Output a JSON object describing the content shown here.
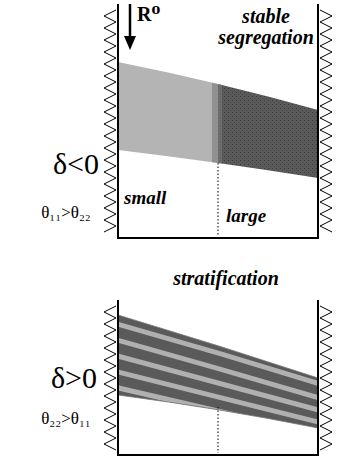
{
  "diagram": {
    "labels": [
      "R⁰",
      "stable segregation",
      "δ<0",
      "θ₁₁>θ₂₂",
      "small",
      "large",
      "stratification",
      "δ>0",
      "θ₂₂>θ₁₁"
    ]
  }
}
